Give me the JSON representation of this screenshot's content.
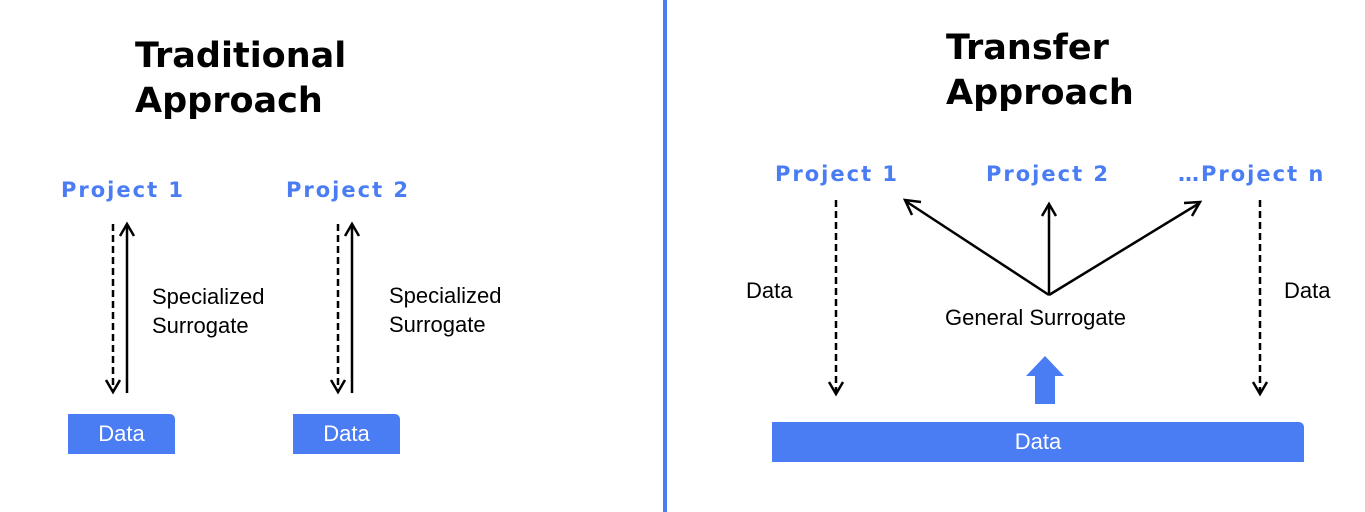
{
  "colors": {
    "accent": "#4a7cf3",
    "text": "#000000",
    "background": "#ffffff"
  },
  "traditional": {
    "title_line1": "Traditional",
    "title_line2": "Approach",
    "projects": [
      {
        "label": "Project 1",
        "surrogate_line1": "Specialized",
        "surrogate_line2": "Surrogate",
        "data_label": "Data"
      },
      {
        "label": "Project 2",
        "surrogate_line1": "Specialized",
        "surrogate_line2": "Surrogate",
        "data_label": "Data"
      }
    ]
  },
  "transfer": {
    "title_line1": "Transfer",
    "title_line2": "Approach",
    "projects": [
      "Project 1",
      "Project 2",
      "…Project n"
    ],
    "left_data_label": "Data",
    "right_data_label": "Data",
    "surrogate_label": "General Surrogate",
    "data_bar_label": "Data"
  }
}
